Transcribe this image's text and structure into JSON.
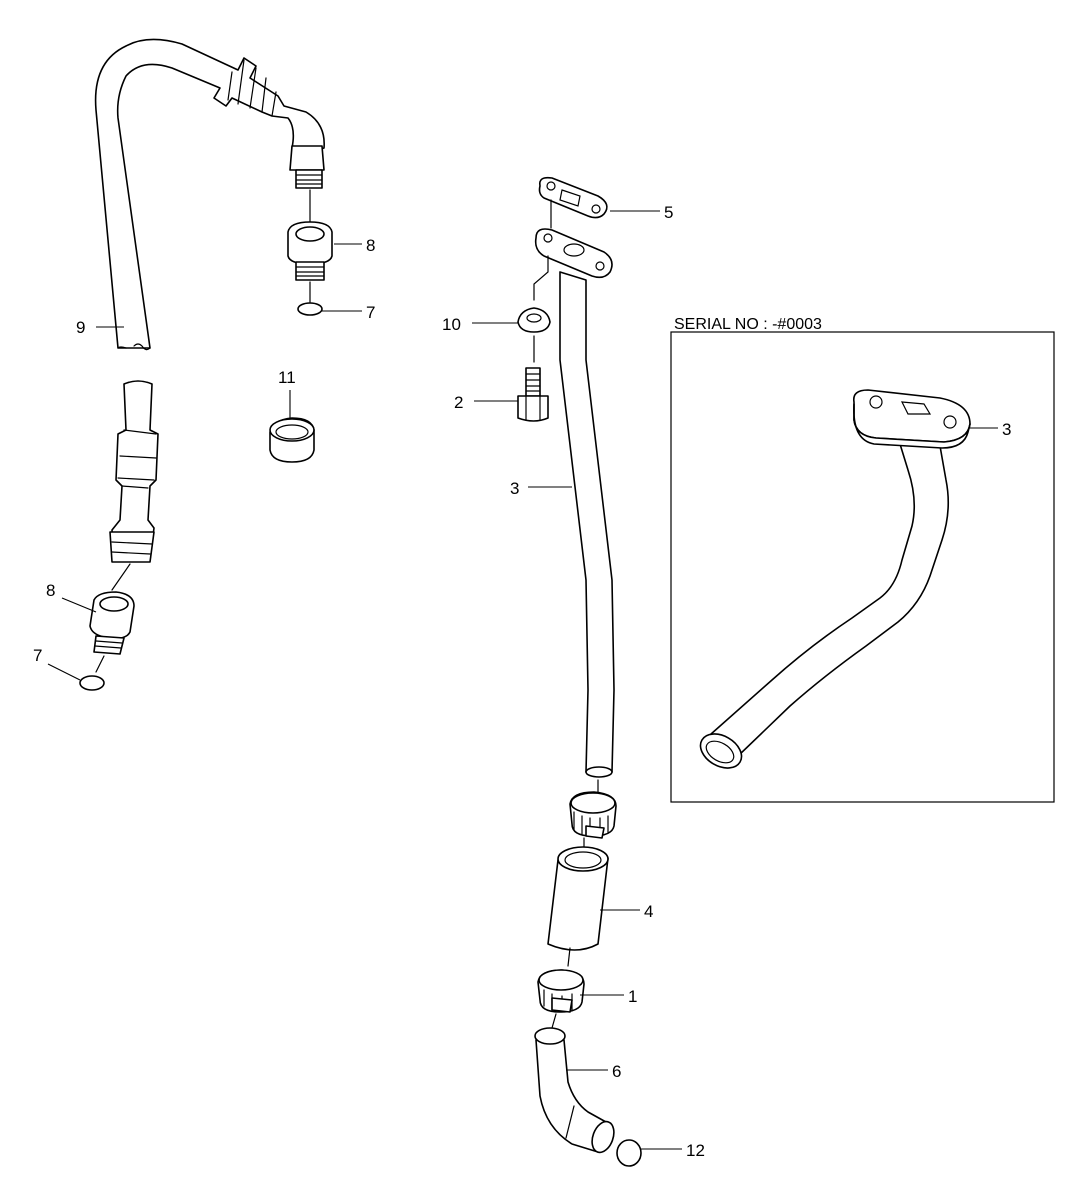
{
  "serial_box": {
    "label": "SERIAL NO : -#0003"
  },
  "callouts": {
    "c1": "1",
    "c2": "2",
    "c3_main": "3",
    "c3_serial": "3",
    "c4": "4",
    "c5": "5",
    "c6": "6",
    "c7_top": "7",
    "c7_bottom": "7",
    "c8_top": "8",
    "c8_bottom": "8",
    "c9": "9",
    "c10": "10",
    "c11": "11",
    "c12": "12"
  }
}
